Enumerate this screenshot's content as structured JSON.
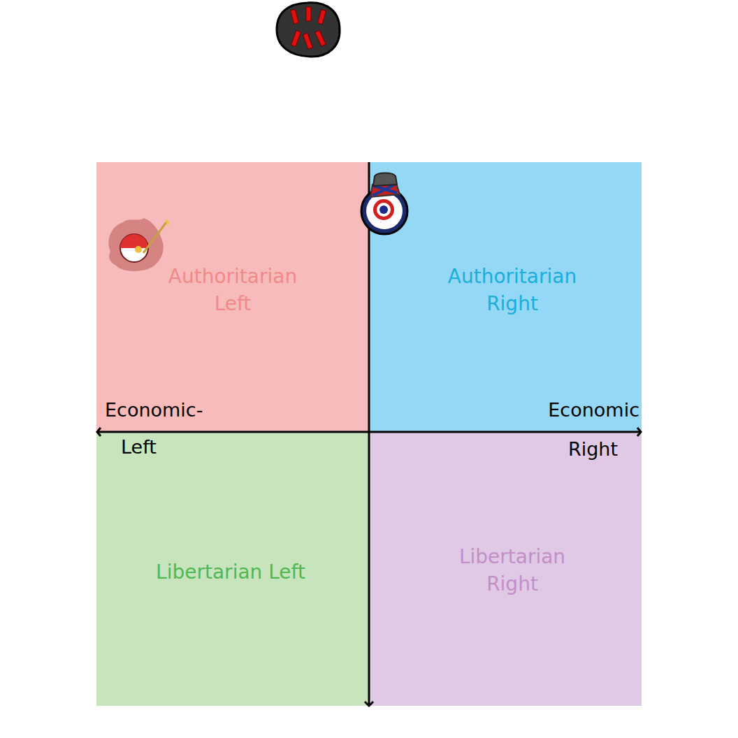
{
  "diagram": {
    "nodes": [
      {
        "text": [
          "Authoritarian Left"
        ]
      },
      {
        "text": [
          "Authoritarian Right"
        ]
      },
      {
        "text": [
          "Libertarian Left"
        ]
      },
      {
        "text": [
          "Libertarian Right"
        ]
      }
    ],
    "labels": [
      "Economic-",
      "Left",
      "Economic",
      "Right"
    ]
  }
}
